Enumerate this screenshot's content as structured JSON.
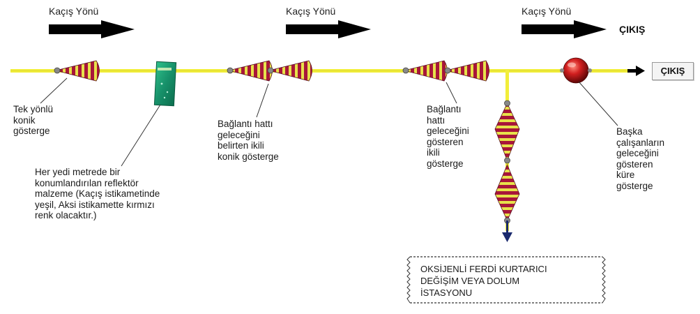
{
  "direction_label": "Kaçış Yönü",
  "exit_label": "ÇIKIŞ",
  "labels": {
    "tek_yonlu": "Tek yönlü\nkonik\ngösterge",
    "reflektor": "Her yedi metrede bir\nkonumlandırılan reflektör\nmalzeme (Kaçış istikametinde\nyeşil, Aksi istikamette kırmızı\nrenk olacaktır.)",
    "baglanti_ikili_1": "Bağlantı hattı\ngeleceğini\nbelirten ikili\nkonik gösterge",
    "baglanti_ikili_2": "Bağlantı\nhattı\ngeleceğini\ngösteren\nikili\ngösterge",
    "kure": "Başka\nçalışanların\ngeleceğini\ngösteren\nküre\ngösterge",
    "station": "OKSİJENLİ FERDİ KURTARICI\nDEĞİŞİM VEYA DOLUM\nİSTASYONU"
  },
  "colors": {
    "line": "#f2ee3a",
    "cone_red": "#a8163a",
    "cone_yellow": "#e7e24a",
    "reflector": "#1e9a6e",
    "sphere": "#c21a1a",
    "arrow": "#000000",
    "arrow_blue": "#1a2a6e"
  },
  "icons": [
    "direction-arrow",
    "cone-indicator",
    "reflector",
    "sphere-indicator",
    "exit-arrow"
  ]
}
